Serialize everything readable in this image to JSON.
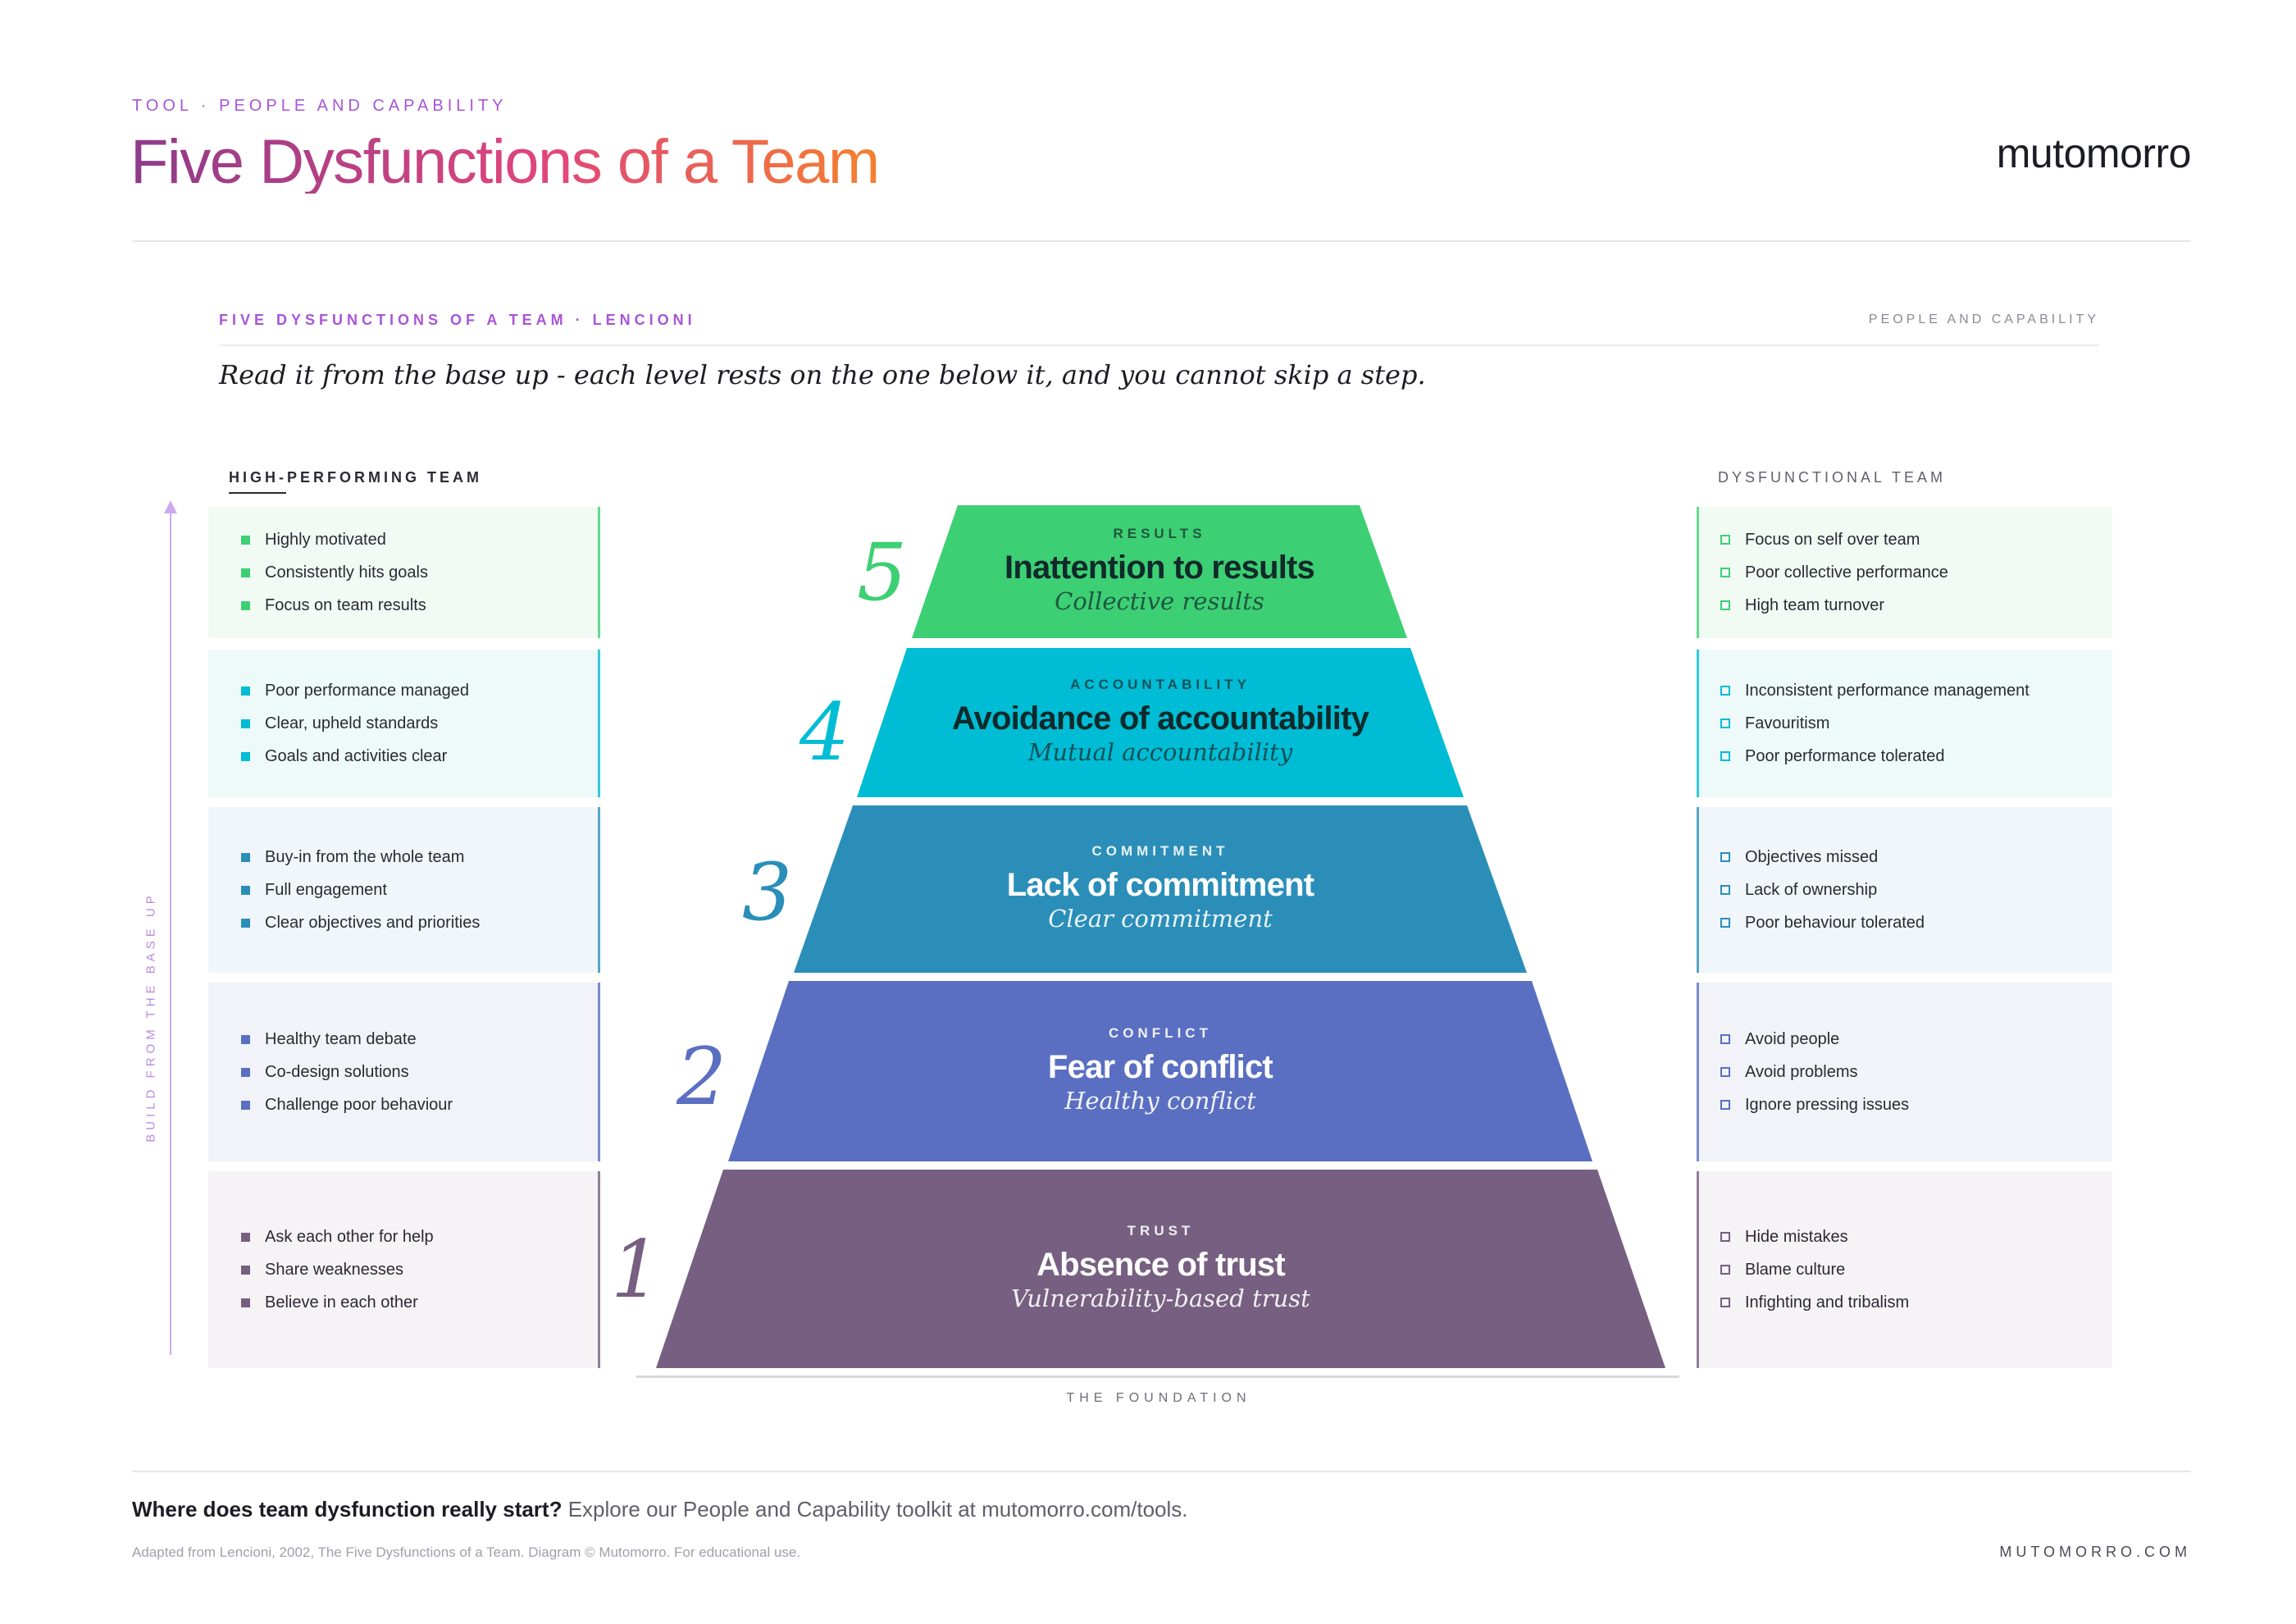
{
  "header": {
    "kicker": "TOOL · PEOPLE AND CAPABILITY",
    "title": "Five Dysfunctions of a Team",
    "brand": "mutomorro"
  },
  "subheader": {
    "left": "FIVE DYSFUNCTIONS OF A TEAM · LENCIONI",
    "right": "PEOPLE AND CAPABILITY",
    "lede": "Read it from the base up - each level rests on the one below it, and you cannot skip a step."
  },
  "columns": {
    "left_title": "HIGH-PERFORMING TEAM",
    "right_title": "DYSFUNCTIONAL TEAM",
    "axis_label": "BUILD FROM THE BASE UP"
  },
  "colors": {
    "results": "#3dcf74",
    "accountability": "#00bcd4",
    "commitment": "#2b8eb9",
    "conflict": "#5a6fc1",
    "trust": "#765f80",
    "accent": "#a855d8"
  },
  "levels": [
    {
      "number": "5",
      "tag": "RESULTS",
      "dysfunction": "Inattention to results",
      "goal": "Collective results",
      "high": [
        "Highly motivated",
        "Consistently hits goals",
        "Focus on team results"
      ],
      "low": [
        "Focus on self over team",
        "Poor collective performance",
        "High team turnover"
      ]
    },
    {
      "number": "4",
      "tag": "ACCOUNTABILITY",
      "dysfunction": "Avoidance of accountability",
      "goal": "Mutual accountability",
      "high": [
        "Poor performance managed",
        "Clear, upheld standards",
        "Goals and activities clear"
      ],
      "low": [
        "Inconsistent performance management",
        "Favouritism",
        "Poor performance tolerated"
      ]
    },
    {
      "number": "3",
      "tag": "COMMITMENT",
      "dysfunction": "Lack of commitment",
      "goal": "Clear commitment",
      "high": [
        "Buy-in from the whole team",
        "Full engagement",
        "Clear objectives and priorities"
      ],
      "low": [
        "Objectives missed",
        "Lack of ownership",
        "Poor behaviour tolerated"
      ]
    },
    {
      "number": "2",
      "tag": "CONFLICT",
      "dysfunction": "Fear of conflict",
      "goal": "Healthy conflict",
      "high": [
        "Healthy team debate",
        "Co-design solutions",
        "Challenge poor behaviour"
      ],
      "low": [
        "Avoid people",
        "Avoid problems",
        "Ignore pressing issues"
      ]
    },
    {
      "number": "1",
      "tag": "TRUST",
      "dysfunction": "Absence of trust",
      "goal": "Vulnerability-based trust",
      "high": [
        "Ask each other for help",
        "Share weaknesses",
        "Believe in each other"
      ],
      "low": [
        "Hide mistakes",
        "Blame culture",
        "Infighting and tribalism"
      ]
    }
  ],
  "foundation_label": "THE FOUNDATION",
  "footer": {
    "cta_bold": "Where does team dysfunction really start?",
    "cta_rest": " Explore our People and Capability toolkit at mutomorro.com/tools.",
    "credit": "Adapted from Lencioni, 2002, The Five Dysfunctions of a Team. Diagram © Mutomorro. For educational use.",
    "brand": "MUTOMORRO.COM"
  }
}
